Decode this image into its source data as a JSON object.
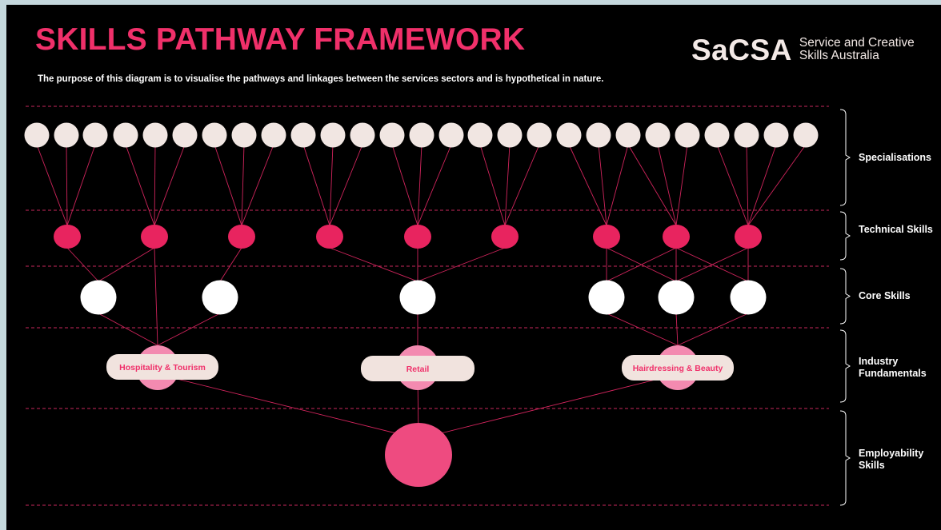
{
  "header": {
    "title": "SKILLS PATHWAY FRAMEWORK",
    "subtitle": "The purpose of this diagram is to visualise the pathways and linkages between the services sectors and is hypothetical in nature."
  },
  "logo": {
    "mark": "SaCSA",
    "line1": "Service and Creative",
    "line2": "Skills Australia"
  },
  "levels": {
    "specialisations": "Specialisations",
    "technical": "Technical Skills",
    "core": "Core Skills",
    "industry_line1": "Industry",
    "industry_line2": "Fundamentals",
    "employability_line1": "Employability",
    "employability_line2": "Skills"
  },
  "industries": [
    {
      "label": "Hospitality & Tourism"
    },
    {
      "label": "Retail"
    },
    {
      "label": "Hairdressing & Beauty"
    }
  ],
  "colors": {
    "accent": "#f0306a",
    "technical_node": "#e8245f",
    "industry_node": "#f38ab0",
    "employability_node": "#ee4b80",
    "specialisation_node": "#f1e6e2",
    "core_node": "#ffffff",
    "pill": "#f1e3de",
    "link": "#d0245c"
  }
}
